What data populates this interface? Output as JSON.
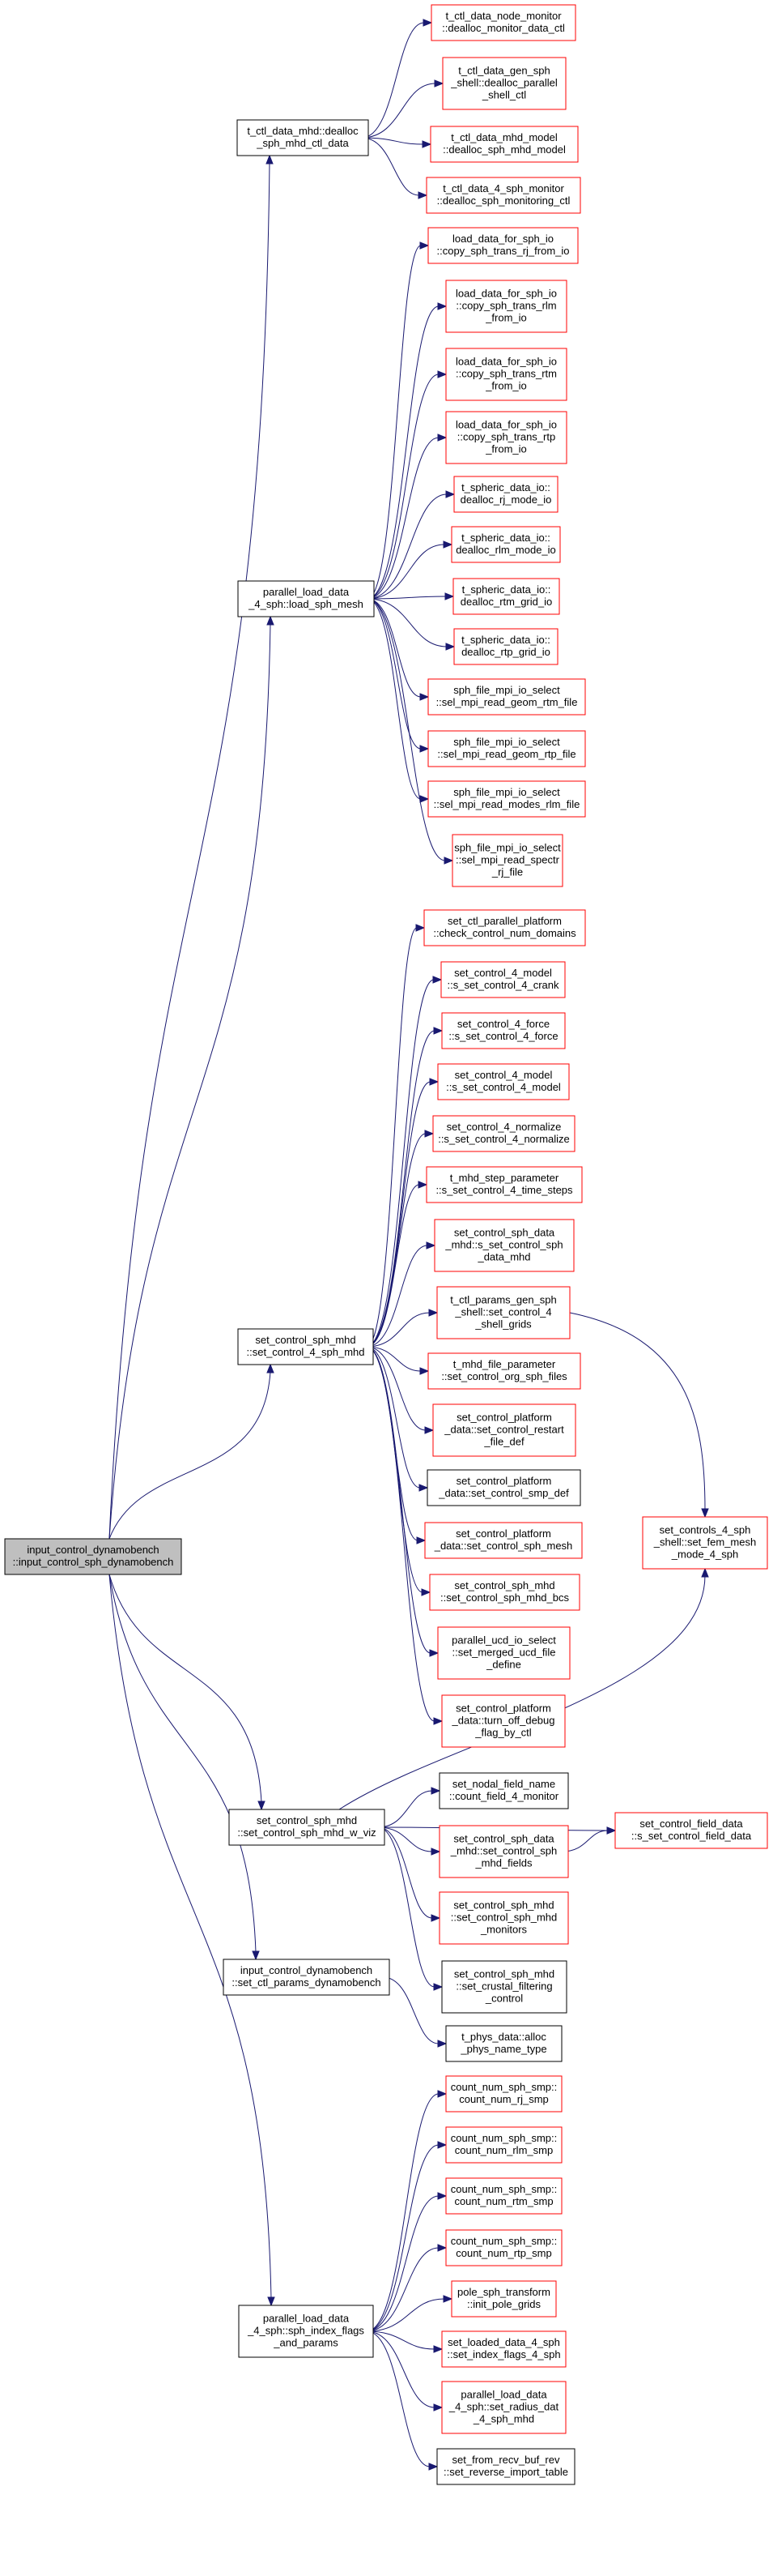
{
  "colors": {
    "edge": "#191970",
    "border_default": "#ff0000",
    "border_black": "#000000",
    "root_fill": "#bfbfbf",
    "node_fill": "#ffffff"
  },
  "nodes": [
    {
      "id": "root",
      "lines": [
        "input_control_dynamobench",
        "::input_control_sph_dynamobench"
      ],
      "style": "root"
    },
    {
      "id": "a1",
      "lines": [
        "t_ctl_data_mhd::dealloc",
        "_sph_mhd_ctl_data"
      ],
      "style": "black"
    },
    {
      "id": "a1c1",
      "lines": [
        "t_ctl_data_node_monitor",
        "::dealloc_monitor_data_ctl"
      ],
      "style": "red"
    },
    {
      "id": "a1c2",
      "lines": [
        "t_ctl_data_gen_sph",
        "_shell::dealloc_parallel",
        "_shell_ctl"
      ],
      "style": "red"
    },
    {
      "id": "a1c3",
      "lines": [
        "t_ctl_data_mhd_model",
        "::dealloc_sph_mhd_model"
      ],
      "style": "red"
    },
    {
      "id": "a1c4",
      "lines": [
        "t_ctl_data_4_sph_monitor",
        "::dealloc_sph_monitoring_ctl"
      ],
      "style": "red"
    },
    {
      "id": "a2",
      "lines": [
        "parallel_load_data",
        "_4_sph::load_sph_mesh"
      ],
      "style": "black"
    },
    {
      "id": "a2c1",
      "lines": [
        "load_data_for_sph_io",
        "::copy_sph_trans_rj_from_io"
      ],
      "style": "red"
    },
    {
      "id": "a2c2",
      "lines": [
        "load_data_for_sph_io",
        "::copy_sph_trans_rlm",
        "_from_io"
      ],
      "style": "red"
    },
    {
      "id": "a2c3",
      "lines": [
        "load_data_for_sph_io",
        "::copy_sph_trans_rtm",
        "_from_io"
      ],
      "style": "red"
    },
    {
      "id": "a2c4",
      "lines": [
        "load_data_for_sph_io",
        "::copy_sph_trans_rtp",
        "_from_io"
      ],
      "style": "red"
    },
    {
      "id": "a2c5",
      "lines": [
        "t_spheric_data_io::",
        "dealloc_rj_mode_io"
      ],
      "style": "red"
    },
    {
      "id": "a2c6",
      "lines": [
        "t_spheric_data_io::",
        "dealloc_rlm_mode_io"
      ],
      "style": "red"
    },
    {
      "id": "a2c7",
      "lines": [
        "t_spheric_data_io::",
        "dealloc_rtm_grid_io"
      ],
      "style": "red"
    },
    {
      "id": "a2c8",
      "lines": [
        "t_spheric_data_io::",
        "dealloc_rtp_grid_io"
      ],
      "style": "red"
    },
    {
      "id": "a2c9",
      "lines": [
        "sph_file_mpi_io_select",
        "::sel_mpi_read_geom_rtm_file"
      ],
      "style": "red"
    },
    {
      "id": "a2c10",
      "lines": [
        "sph_file_mpi_io_select",
        "::sel_mpi_read_geom_rtp_file"
      ],
      "style": "red"
    },
    {
      "id": "a2c11",
      "lines": [
        "sph_file_mpi_io_select",
        "::sel_mpi_read_modes_rlm_file"
      ],
      "style": "red"
    },
    {
      "id": "a2c12",
      "lines": [
        "sph_file_mpi_io_select",
        "::sel_mpi_read_spectr",
        "_rj_file"
      ],
      "style": "red"
    },
    {
      "id": "a3",
      "lines": [
        "set_control_sph_mhd",
        "::set_control_4_sph_mhd"
      ],
      "style": "black"
    },
    {
      "id": "a3c1",
      "lines": [
        "set_ctl_parallel_platform",
        "::check_control_num_domains"
      ],
      "style": "red"
    },
    {
      "id": "a3c2",
      "lines": [
        "set_control_4_model",
        "::s_set_control_4_crank"
      ],
      "style": "red"
    },
    {
      "id": "a3c3",
      "lines": [
        "set_control_4_force",
        "::s_set_control_4_force"
      ],
      "style": "red"
    },
    {
      "id": "a3c4",
      "lines": [
        "set_control_4_model",
        "::s_set_control_4_model"
      ],
      "style": "red"
    },
    {
      "id": "a3c5",
      "lines": [
        "set_control_4_normalize",
        "::s_set_control_4_normalize"
      ],
      "style": "red"
    },
    {
      "id": "a3c6",
      "lines": [
        "t_mhd_step_parameter",
        "::s_set_control_4_time_steps"
      ],
      "style": "red"
    },
    {
      "id": "a3c7",
      "lines": [
        "set_control_sph_data",
        "_mhd::s_set_control_sph",
        "_data_mhd"
      ],
      "style": "red"
    },
    {
      "id": "a3c8",
      "lines": [
        "t_ctl_params_gen_sph",
        "_shell::set_control_4",
        "_shell_grids"
      ],
      "style": "red"
    },
    {
      "id": "a3c9",
      "lines": [
        "t_mhd_file_parameter",
        "::set_control_org_sph_files"
      ],
      "style": "red"
    },
    {
      "id": "a3c10",
      "lines": [
        "set_control_platform",
        "_data::set_control_restart",
        "_file_def"
      ],
      "style": "red"
    },
    {
      "id": "a3c11",
      "lines": [
        "set_control_platform",
        "_data::set_control_smp_def"
      ],
      "style": "black"
    },
    {
      "id": "a3c12",
      "lines": [
        "set_control_platform",
        "_data::set_control_sph_mesh"
      ],
      "style": "red"
    },
    {
      "id": "a3c13",
      "lines": [
        "set_control_sph_mhd",
        "::set_control_sph_mhd_bcs"
      ],
      "style": "red"
    },
    {
      "id": "a3c14",
      "lines": [
        "parallel_ucd_io_select",
        "::set_merged_ucd_file",
        "_define"
      ],
      "style": "red"
    },
    {
      "id": "a3c15",
      "lines": [
        "set_control_platform",
        "_data::turn_off_debug",
        "_flag_by_ctl"
      ],
      "style": "red"
    },
    {
      "id": "fem",
      "lines": [
        "set_controls_4_sph",
        "_shell::set_fem_mesh",
        "_mode_4_sph"
      ],
      "style": "red"
    },
    {
      "id": "a4",
      "lines": [
        "set_control_sph_mhd",
        "::set_control_sph_mhd_w_viz"
      ],
      "style": "black"
    },
    {
      "id": "a4c1",
      "lines": [
        "set_nodal_field_name",
        "::count_field_4_monitor"
      ],
      "style": "black"
    },
    {
      "id": "a4c2",
      "lines": [
        "set_control_sph_data",
        "_mhd::set_control_sph",
        "_mhd_fields"
      ],
      "style": "red"
    },
    {
      "id": "a4c3",
      "lines": [
        "set_control_sph_mhd",
        "::set_control_sph_mhd",
        "_monitors"
      ],
      "style": "red"
    },
    {
      "id": "a4c4",
      "lines": [
        "set_control_sph_mhd",
        "::set_crustal_filtering",
        "_control"
      ],
      "style": "black"
    },
    {
      "id": "field",
      "lines": [
        "set_control_field_data",
        "::s_set_control_field_data"
      ],
      "style": "red"
    },
    {
      "id": "a5",
      "lines": [
        "input_control_dynamobench",
        "::set_ctl_params_dynamobench"
      ],
      "style": "black"
    },
    {
      "id": "a5c1",
      "lines": [
        "t_phys_data::alloc",
        "_phys_name_type"
      ],
      "style": "black"
    },
    {
      "id": "a6",
      "lines": [
        "parallel_load_data",
        "_4_sph::sph_index_flags",
        "_and_params"
      ],
      "style": "black"
    },
    {
      "id": "a6c1",
      "lines": [
        "count_num_sph_smp::",
        "count_num_rj_smp"
      ],
      "style": "red"
    },
    {
      "id": "a6c2",
      "lines": [
        "count_num_sph_smp::",
        "count_num_rlm_smp"
      ],
      "style": "red"
    },
    {
      "id": "a6c3",
      "lines": [
        "count_num_sph_smp::",
        "count_num_rtm_smp"
      ],
      "style": "red"
    },
    {
      "id": "a6c4",
      "lines": [
        "count_num_sph_smp::",
        "count_num_rtp_smp"
      ],
      "style": "red"
    },
    {
      "id": "a6c5",
      "lines": [
        "pole_sph_transform",
        "::init_pole_grids"
      ],
      "style": "red"
    },
    {
      "id": "a6c6",
      "lines": [
        "set_loaded_data_4_sph",
        "::set_index_flags_4_sph"
      ],
      "style": "red"
    },
    {
      "id": "a6c7",
      "lines": [
        "parallel_load_data",
        "_4_sph::set_radius_dat",
        "_4_sph_mhd"
      ],
      "style": "red"
    },
    {
      "id": "a6c8",
      "lines": [
        "set_from_recv_buf_rev",
        "::set_reverse_import_table"
      ],
      "style": "black"
    }
  ],
  "edges": [
    [
      "root",
      "a1"
    ],
    [
      "root",
      "a2"
    ],
    [
      "root",
      "a3"
    ],
    [
      "root",
      "a4"
    ],
    [
      "root",
      "a5"
    ],
    [
      "root",
      "a6"
    ],
    [
      "a1",
      "a1c1"
    ],
    [
      "a1",
      "a1c2"
    ],
    [
      "a1",
      "a1c3"
    ],
    [
      "a1",
      "a1c4"
    ],
    [
      "a2",
      "a2c1"
    ],
    [
      "a2",
      "a2c2"
    ],
    [
      "a2",
      "a2c3"
    ],
    [
      "a2",
      "a2c4"
    ],
    [
      "a2",
      "a2c5"
    ],
    [
      "a2",
      "a2c6"
    ],
    [
      "a2",
      "a2c7"
    ],
    [
      "a2",
      "a2c8"
    ],
    [
      "a2",
      "a2c9"
    ],
    [
      "a2",
      "a2c10"
    ],
    [
      "a2",
      "a2c11"
    ],
    [
      "a2",
      "a2c12"
    ],
    [
      "a3",
      "a3c1"
    ],
    [
      "a3",
      "a3c2"
    ],
    [
      "a3",
      "a3c3"
    ],
    [
      "a3",
      "a3c4"
    ],
    [
      "a3",
      "a3c5"
    ],
    [
      "a3",
      "a3c6"
    ],
    [
      "a3",
      "a3c7"
    ],
    [
      "a3",
      "a3c8"
    ],
    [
      "a3",
      "a3c9"
    ],
    [
      "a3",
      "a3c10"
    ],
    [
      "a3",
      "a3c11"
    ],
    [
      "a3",
      "a3c12"
    ],
    [
      "a3",
      "a3c13"
    ],
    [
      "a3",
      "a3c14"
    ],
    [
      "a3",
      "a3c15"
    ],
    [
      "a3c8",
      "fem"
    ],
    [
      "a4",
      "fem"
    ],
    [
      "a4",
      "a4c1"
    ],
    [
      "a4",
      "a4c2"
    ],
    [
      "a4",
      "a4c3"
    ],
    [
      "a4",
      "a4c4"
    ],
    [
      "a4",
      "field"
    ],
    [
      "a4c2",
      "field"
    ],
    [
      "a5",
      "a5c1"
    ],
    [
      "a6",
      "a6c1"
    ],
    [
      "a6",
      "a6c2"
    ],
    [
      "a6",
      "a6c3"
    ],
    [
      "a6",
      "a6c4"
    ],
    [
      "a6",
      "a6c5"
    ],
    [
      "a6",
      "a6c6"
    ],
    [
      "a6",
      "a6c7"
    ],
    [
      "a6",
      "a6c8"
    ]
  ]
}
